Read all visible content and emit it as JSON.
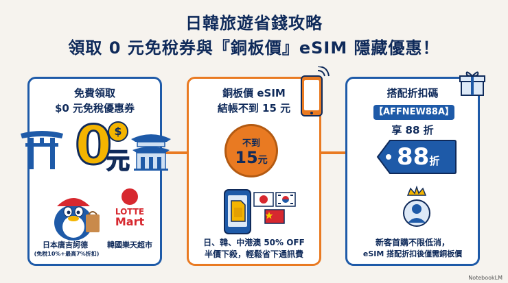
{
  "title": {
    "line1": "日韓旅遊省錢攻略",
    "line2": "領取 0 元免稅券與『銅板價』eSIM 隱藏優惠！"
  },
  "cards": [
    {
      "heading1": "免費領取",
      "heading2": "$0 元免稅優惠券",
      "badge_symbol": "$",
      "badge_digit": "0",
      "badge_unit": "元",
      "store1_name": "日本唐吉訶德",
      "store1_note": "(免稅10%+最高7%折扣)",
      "store2_logo_top": "LOTTE",
      "store2_logo_bottom": "Mart",
      "store2_name": "韓國樂天超市"
    },
    {
      "heading1": "銅板價 eSIM",
      "heading2": "結帳不到 15 元",
      "coin_top": "不到",
      "coin_num": "15",
      "coin_unit": "元",
      "footer1": "日、韓、中港澳 50% OFF",
      "footer2": "半價下殺，輕鬆省下通訊費"
    },
    {
      "heading1": "搭配折扣碼",
      "code": "【AFFNEW88A】",
      "heading3": "享 88 折",
      "tag_num": "88",
      "tag_unit": "折",
      "footer1": "新客首購不限低消，",
      "footer2": "eSIM 搭配折扣後僅需銅板價"
    }
  ],
  "watermark": "NotebookLM",
  "colors": {
    "navy": "#0f2a5a",
    "blue": "#1e5aa8",
    "orange": "#e97a22",
    "gold": "#f4b400",
    "red": "#d7282f"
  }
}
